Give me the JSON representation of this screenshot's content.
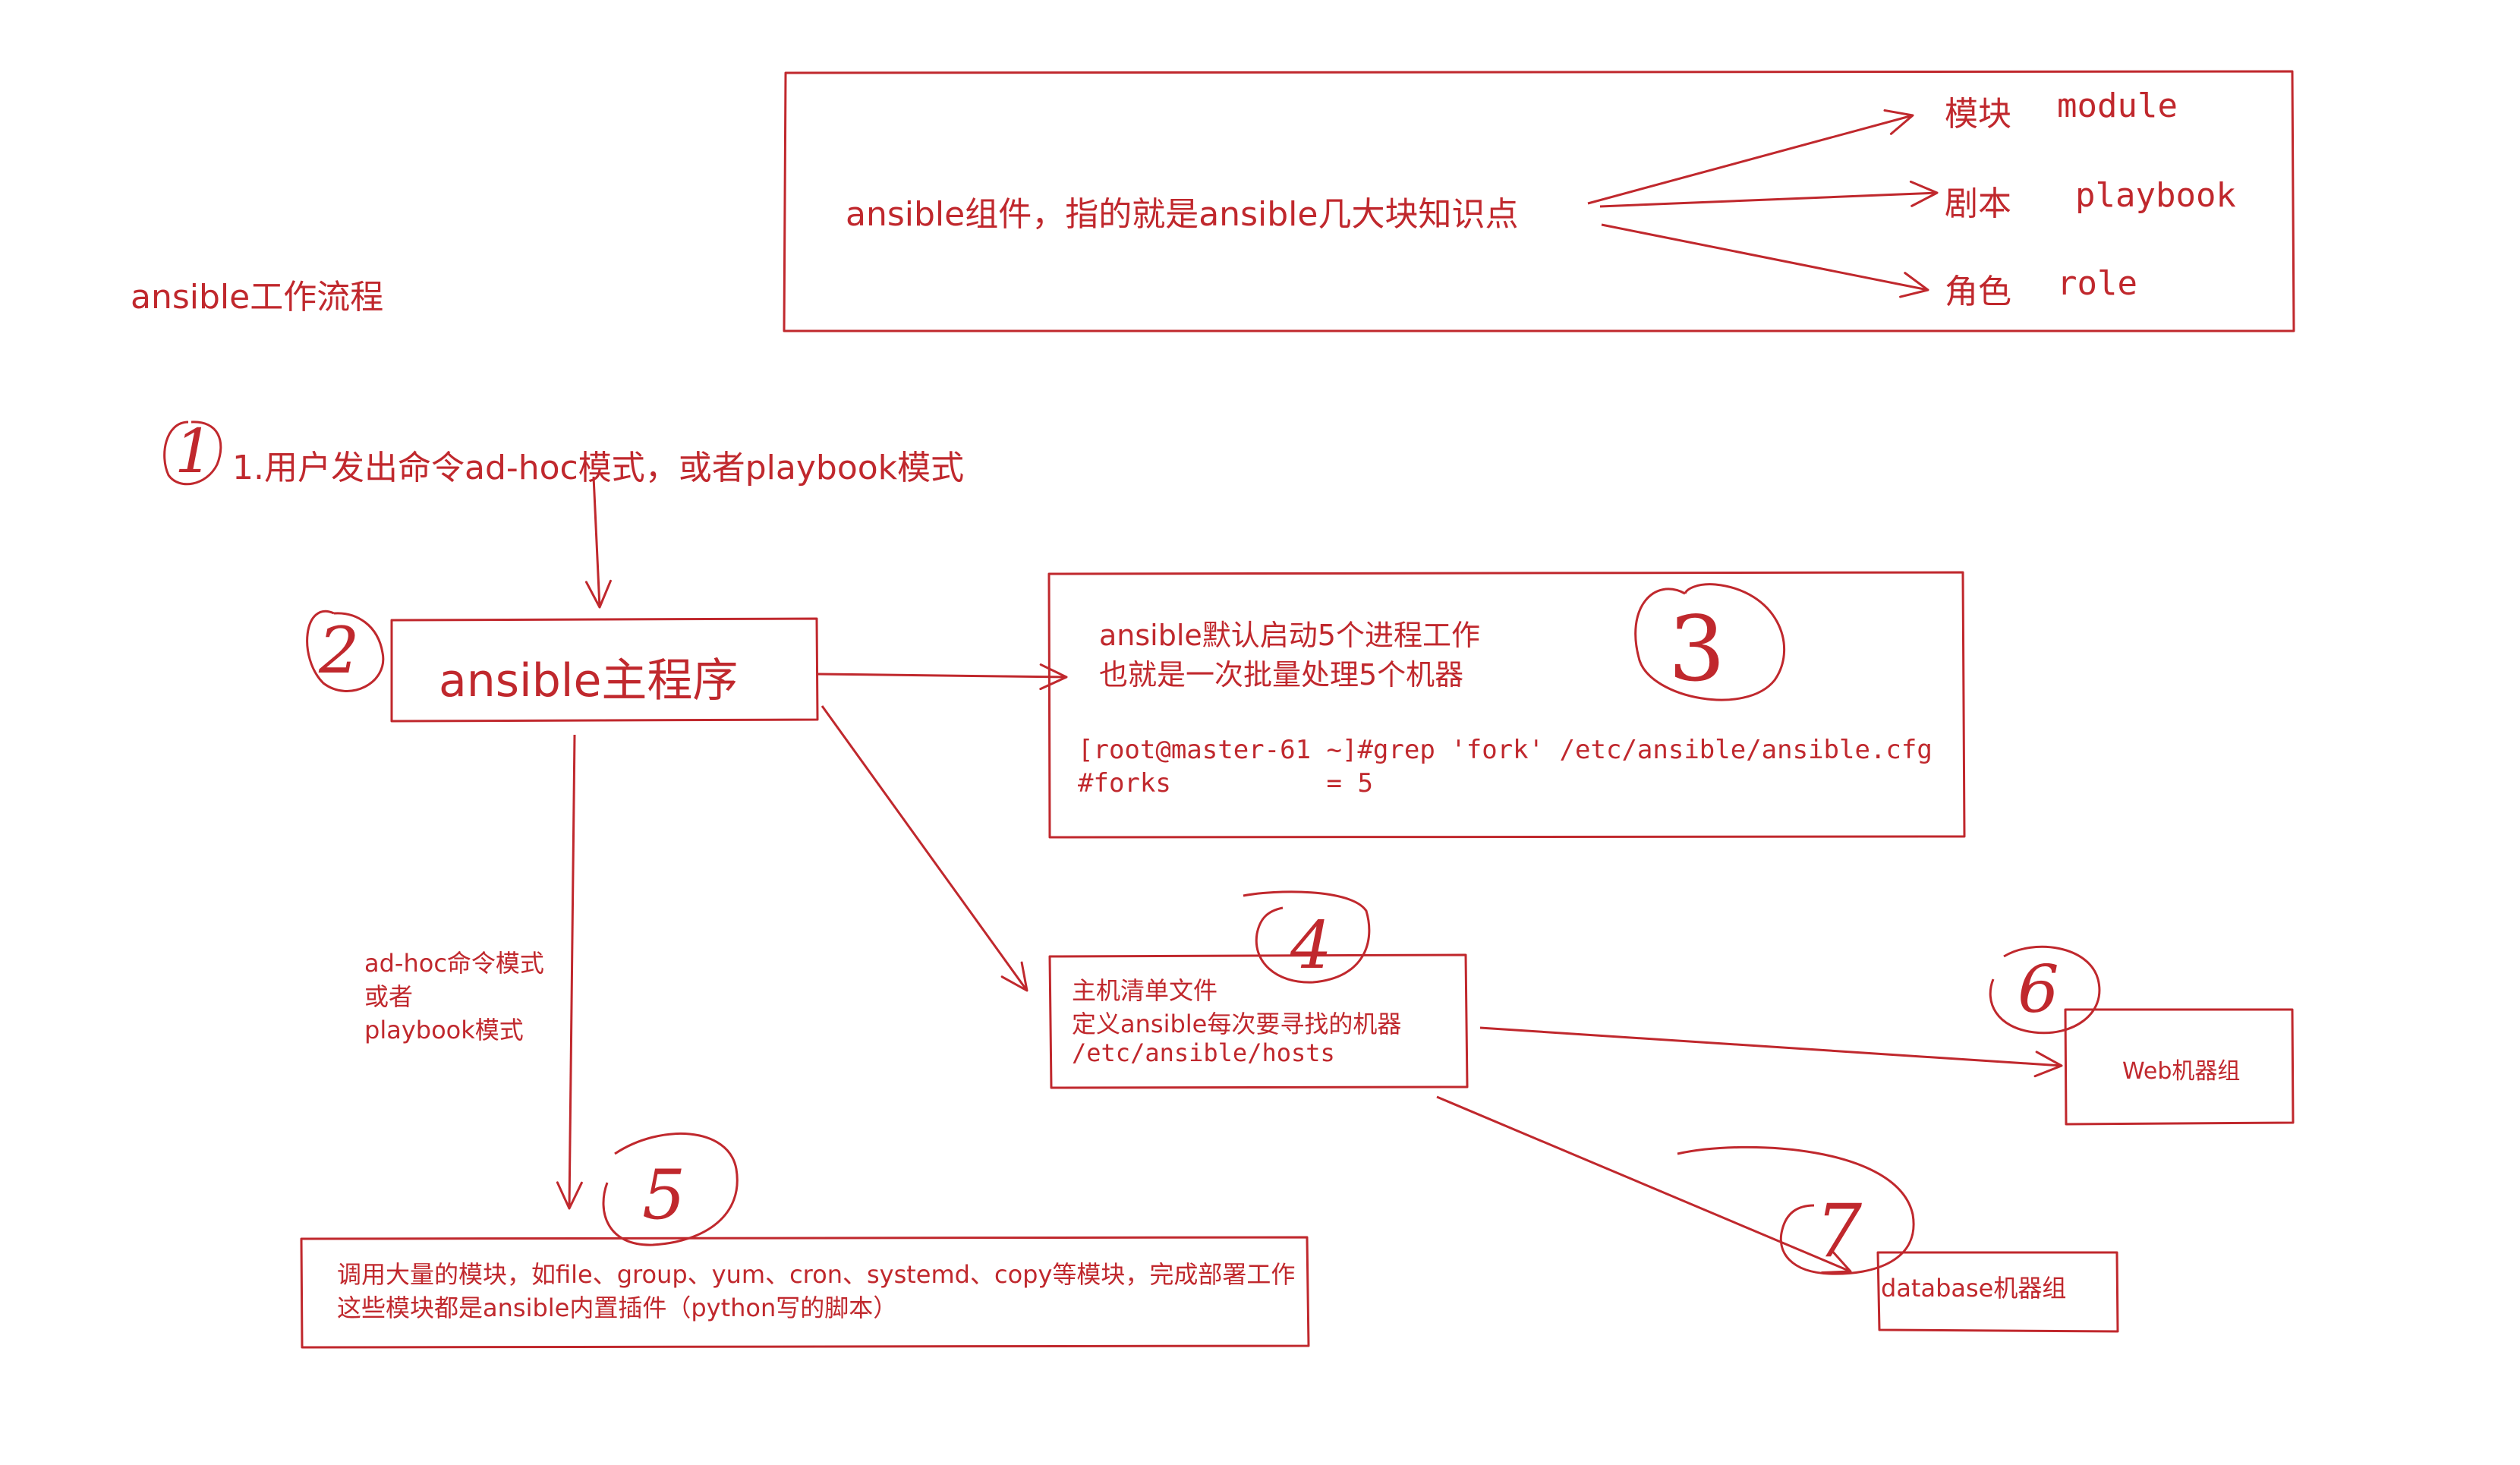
{
  "colors": {
    "ink": "#c0282d",
    "background": "#ffffff"
  },
  "title": "ansible工作流程",
  "components": {
    "label": "ansible组件，指的就是ansible几大块知识点",
    "items": [
      {
        "name": "模块",
        "en": "module"
      },
      {
        "name": "剧本",
        "en": "playbook"
      },
      {
        "name": "角色",
        "en": "role"
      }
    ]
  },
  "steps": {
    "s1": {
      "marker": "1",
      "text": "1.用户发出命令ad-hoc模式，或者playbook模式"
    },
    "s2": {
      "marker": "2",
      "text": "ansible主程序"
    },
    "s3": {
      "marker": "3",
      "lines": [
        "ansible默认启动5个进程工作",
        "也就是一次批量处理5个机器"
      ],
      "code": [
        "[root@master-61 ~]#grep 'fork' /etc/ansible/ansible.cfg",
        "#forks          = 5"
      ]
    },
    "s4": {
      "marker": "4",
      "lines": [
        "主机清单文件",
        "定义ansible每次要寻找的机器",
        "/etc/ansible/hosts"
      ]
    },
    "s5": {
      "marker": "5",
      "lines": [
        "调用大量的模块，如file、group、yum、cron、systemd、copy等模块，完成部署工作",
        "这些模块都是ansible内置插件（python写的脚本）"
      ]
    },
    "s6": {
      "marker": "6",
      "text": "Web机器组"
    },
    "s7": {
      "marker": "7",
      "text": "database机器组"
    }
  },
  "edge_labels": {
    "adhoc": [
      "ad-hoc命令模式",
      "或者",
      "playbook模式"
    ]
  }
}
